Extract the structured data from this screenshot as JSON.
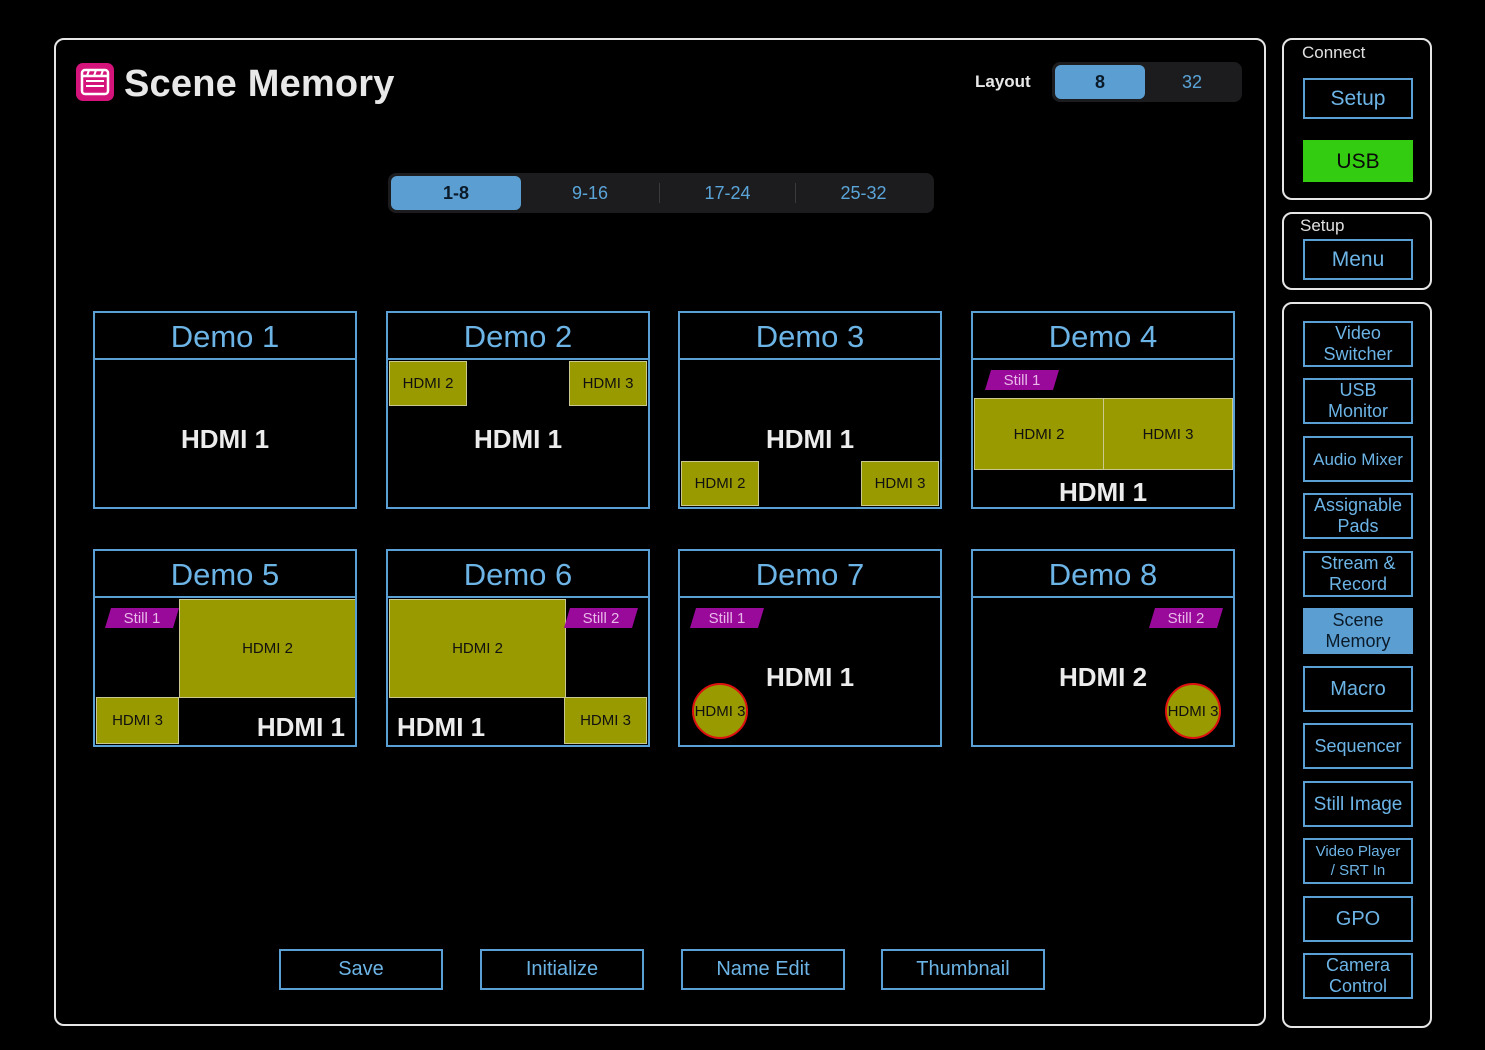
{
  "header": {
    "title": "Scene Memory",
    "layout_label": "Layout"
  },
  "layout_options": [
    "8",
    "32"
  ],
  "layout_selected": "8",
  "range_tabs": [
    "1-8",
    "9-16",
    "17-24",
    "25-32"
  ],
  "range_selected": "1-8",
  "scenes": [
    {
      "name": "Demo 1",
      "main": "HDMI 1"
    },
    {
      "name": "Demo 2",
      "main": "HDMI 1",
      "pip_left": "HDMI 2",
      "pip_right": "HDMI 3"
    },
    {
      "name": "Demo 3",
      "main": "HDMI 1",
      "pip_left": "HDMI 2",
      "pip_right": "HDMI 3"
    },
    {
      "name": "Demo 4",
      "main": "HDMI 1",
      "still": "Still 1",
      "left": "HDMI 2",
      "right": "HDMI 3"
    },
    {
      "name": "Demo 5",
      "main": "HDMI 1",
      "still": "Still 1",
      "big": "HDMI 2",
      "small": "HDMI 3"
    },
    {
      "name": "Demo 6",
      "main": "HDMI 1",
      "still": "Still 2",
      "big": "HDMI 2",
      "small": "HDMI 3"
    },
    {
      "name": "Demo 7",
      "main": "HDMI 1",
      "still": "Still 1",
      "circle": "HDMI 3"
    },
    {
      "name": "Demo 8",
      "main": "HDMI 2",
      "still": "Still 2",
      "circle": "HDMI 3"
    }
  ],
  "actions": [
    "Save",
    "Initialize",
    "Name Edit",
    "Thumbnail"
  ],
  "sidebar": {
    "connect_label": "Connect",
    "setup_button": "Setup",
    "usb_button": "USB",
    "setup_label": "Setup",
    "menu_button": "Menu",
    "nav": [
      "Video\nSwitcher",
      "USB\nMonitor",
      "Audio Mixer",
      "Assignable\nPads",
      "Stream &\nRecord",
      "Scene\nMemory",
      "Macro",
      "Sequencer",
      "Still Image",
      "Video Player\n/ SRT In",
      "GPO",
      "Camera\nControl"
    ],
    "nav_selected": "Scene\nMemory"
  },
  "colors": {
    "accent": "#5aa0d4",
    "selected": "#5b9fd2",
    "source_box": "#999900",
    "still_tag": "#9a0a9a",
    "usb_green": "#33cc11",
    "app_icon": "#d4147a"
  },
  "icons": {
    "app": "scene-memory-icon"
  }
}
